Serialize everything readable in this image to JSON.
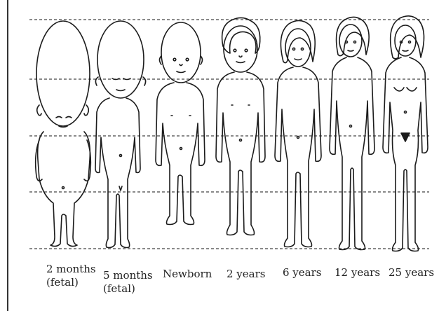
{
  "colors": {
    "ink": "#1b1b1b",
    "background": "#ffffff",
    "scan_edge": "#333333"
  },
  "figures": [
    {
      "id": "2-months-fetal",
      "label_line1": "2 months",
      "label_line2": "(fetal)"
    },
    {
      "id": "5-months-fetal",
      "label_line1": "5 months",
      "label_line2": "(fetal)"
    },
    {
      "id": "newborn",
      "label_line1": "Newborn",
      "label_line2": ""
    },
    {
      "id": "2-years",
      "label_line1": "2 years",
      "label_line2": ""
    },
    {
      "id": "6-years",
      "label_line1": "6 years",
      "label_line2": ""
    },
    {
      "id": "12-years",
      "label_line1": "12 years",
      "label_line2": ""
    },
    {
      "id": "25-years",
      "label_line1": "25 years",
      "label_line2": ""
    }
  ]
}
